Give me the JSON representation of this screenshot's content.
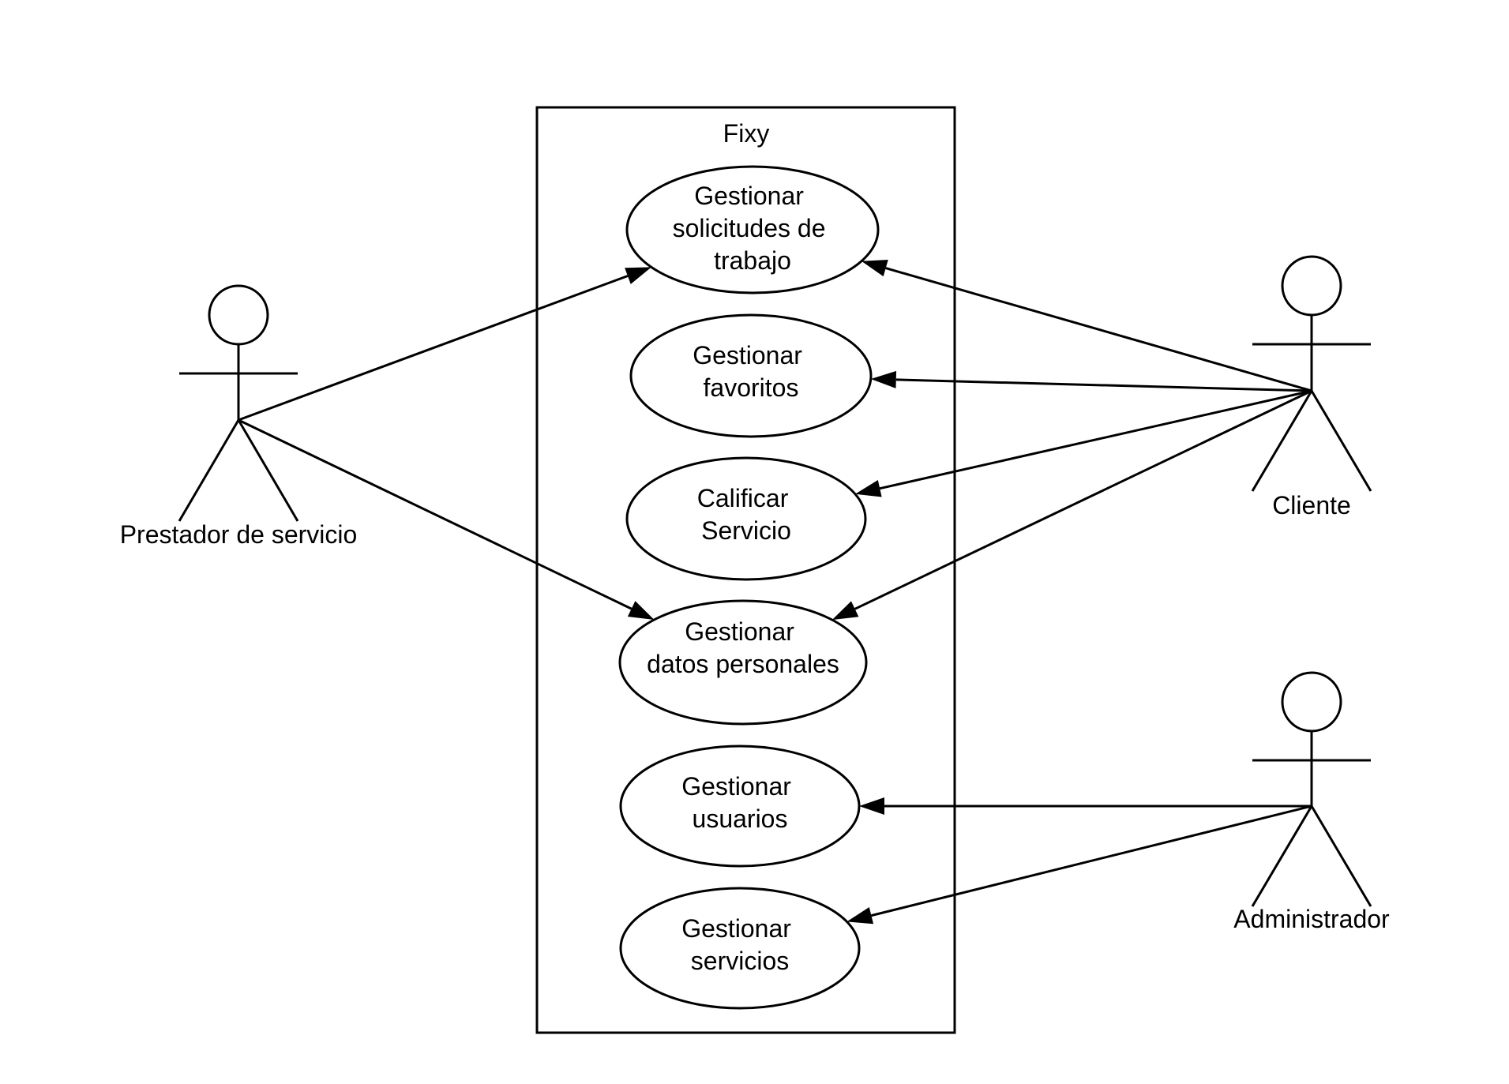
{
  "system": {
    "title": "Fixy"
  },
  "actors": {
    "prestador": {
      "label": "Prestador de servicio"
    },
    "cliente": {
      "label": "Cliente"
    },
    "administrador": {
      "label": "Administrador"
    }
  },
  "use_cases": {
    "solicitudes": {
      "lines": [
        "Gestionar",
        "solicitudes de",
        "trabajo"
      ]
    },
    "favoritos": {
      "lines": [
        "Gestionar",
        "favoritos"
      ]
    },
    "calificar": {
      "lines": [
        "Calificar",
        "Servicio"
      ]
    },
    "datos": {
      "lines": [
        "Gestionar",
        "datos personales"
      ]
    },
    "usuarios": {
      "lines": [
        "Gestionar",
        "usuarios"
      ]
    },
    "servicios": {
      "lines": [
        "Gestionar",
        "servicios"
      ]
    }
  },
  "associations": [
    {
      "from": "prestador",
      "to": "solicitudes"
    },
    {
      "from": "prestador",
      "to": "datos"
    },
    {
      "from": "cliente",
      "to": "solicitudes"
    },
    {
      "from": "cliente",
      "to": "favoritos"
    },
    {
      "from": "cliente",
      "to": "calificar"
    },
    {
      "from": "cliente",
      "to": "datos"
    },
    {
      "from": "administrador",
      "to": "usuarios"
    },
    {
      "from": "administrador",
      "to": "servicios"
    }
  ]
}
